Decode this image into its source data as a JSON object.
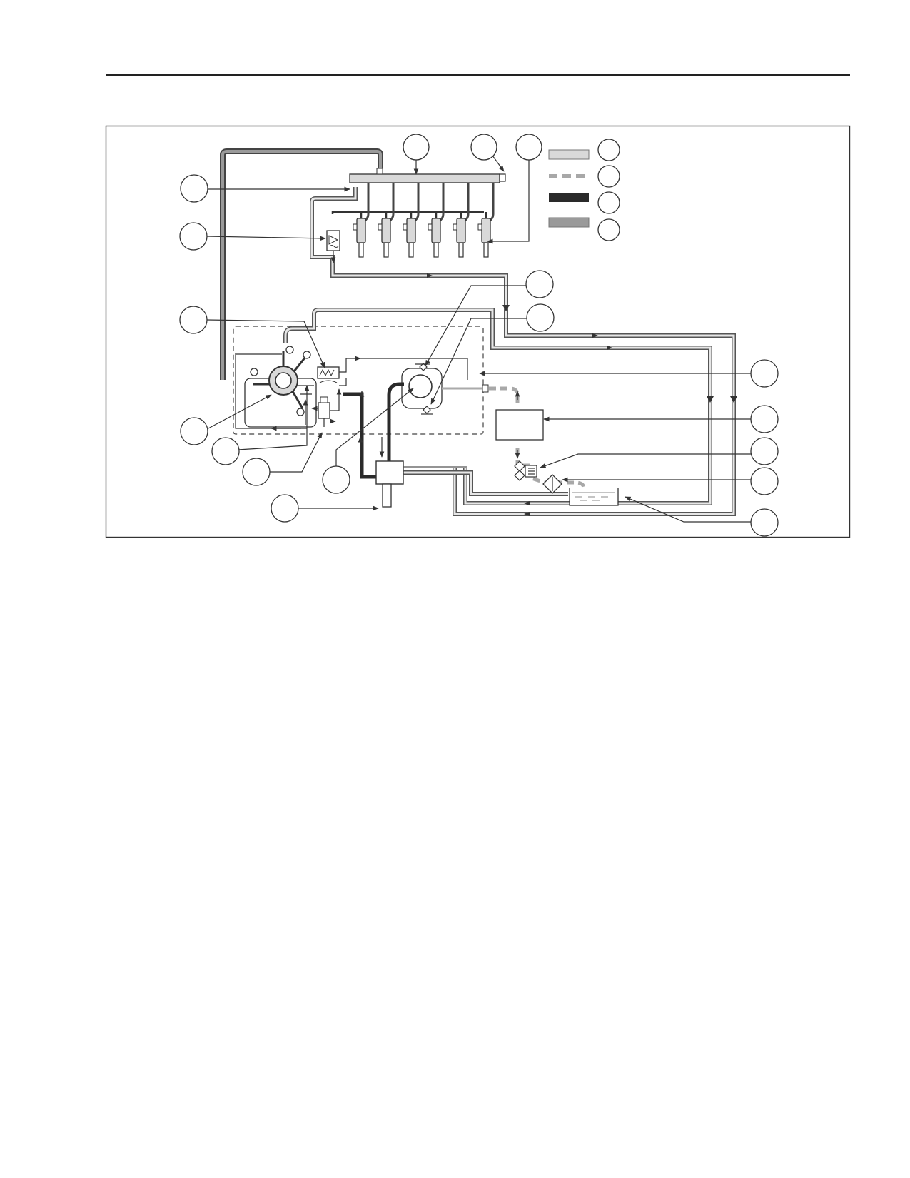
{
  "palette": {
    "outline": "#333333",
    "low_pressure_fill": "#d9d9d9",
    "low_pressure_dashed": "#a8a8a8",
    "high_pressure": "#2a2a2a",
    "return_flow": "#9a9a9a"
  },
  "legend_swatches": [
    "light-solid",
    "dashed",
    "dark-solid",
    "medium-solid"
  ],
  "callout_count": 22
}
